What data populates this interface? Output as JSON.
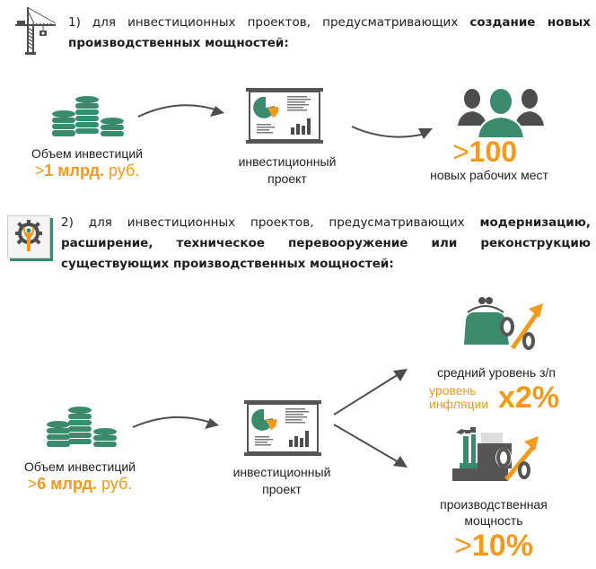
{
  "colors": {
    "green": "#3a8a6e",
    "orange": "#f39a1e",
    "dark": "#4d4d4d",
    "text": "#222222"
  },
  "section1": {
    "icon": "crane-icon",
    "intro": "1) для инвестиционных проектов, предусматривающих",
    "bold": "создание новых производственных мощностей:",
    "investment_label": "Объем инвестиций",
    "investment_gt": ">",
    "investment_value": "1 млрд.",
    "investment_unit": "руб.",
    "project_label_1": "инвестиционный",
    "project_label_2": "проект",
    "result_gt": ">",
    "result_value": "100",
    "result_label": "новых рабочих  мест"
  },
  "section2": {
    "icon": "gear-wrench-icon",
    "intro": "2) для инвестиционных проектов, предусматривающих",
    "bold": "модернизацию, расширение, техническое перевооружение или реконструкцию существующих производственных мощностей:",
    "investment_label": "Объем инвестиций",
    "investment_gt": ">",
    "investment_value": "6 млрд.",
    "investment_unit": "руб.",
    "project_label_1": "инвестиционный",
    "project_label_2": "проект",
    "salary_label": "средний уровень з/п",
    "inflation_label_1": "уровень",
    "inflation_label_2": "инфляции",
    "salary_value": "x2%",
    "capacity_label_1": "производственная",
    "capacity_label_2": "мощность",
    "capacity_gt": ">",
    "capacity_value": "10%"
  }
}
